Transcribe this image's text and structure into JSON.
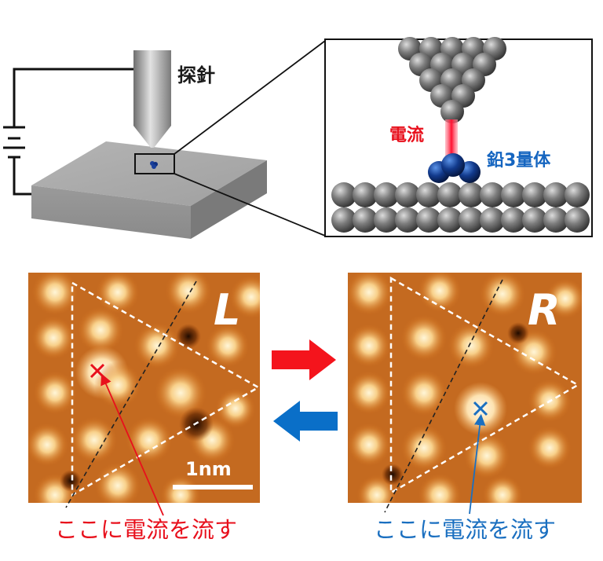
{
  "labels": {
    "probe": "探針",
    "current": "電流",
    "cluster": "鉛3量体",
    "panel_left_letter": "L",
    "panel_right_letter": "R",
    "scale_bar": "1nm",
    "caption_left": "ここに電流を流す",
    "caption_right": "ここに電流を流す"
  },
  "colors": {
    "current": "#e8101c",
    "cluster": "#1565c0",
    "arrow_red": "#f4141c",
    "arrow_blue": "#0a6fc8",
    "caption_left": "#e8101c",
    "caption_right": "#1a6fc0",
    "text": "#1a1a1a"
  },
  "icons": {
    "forward_arrow": "arrow-right-icon",
    "backward_arrow": "arrow-left-icon",
    "marker": "cross-mark-icon"
  }
}
